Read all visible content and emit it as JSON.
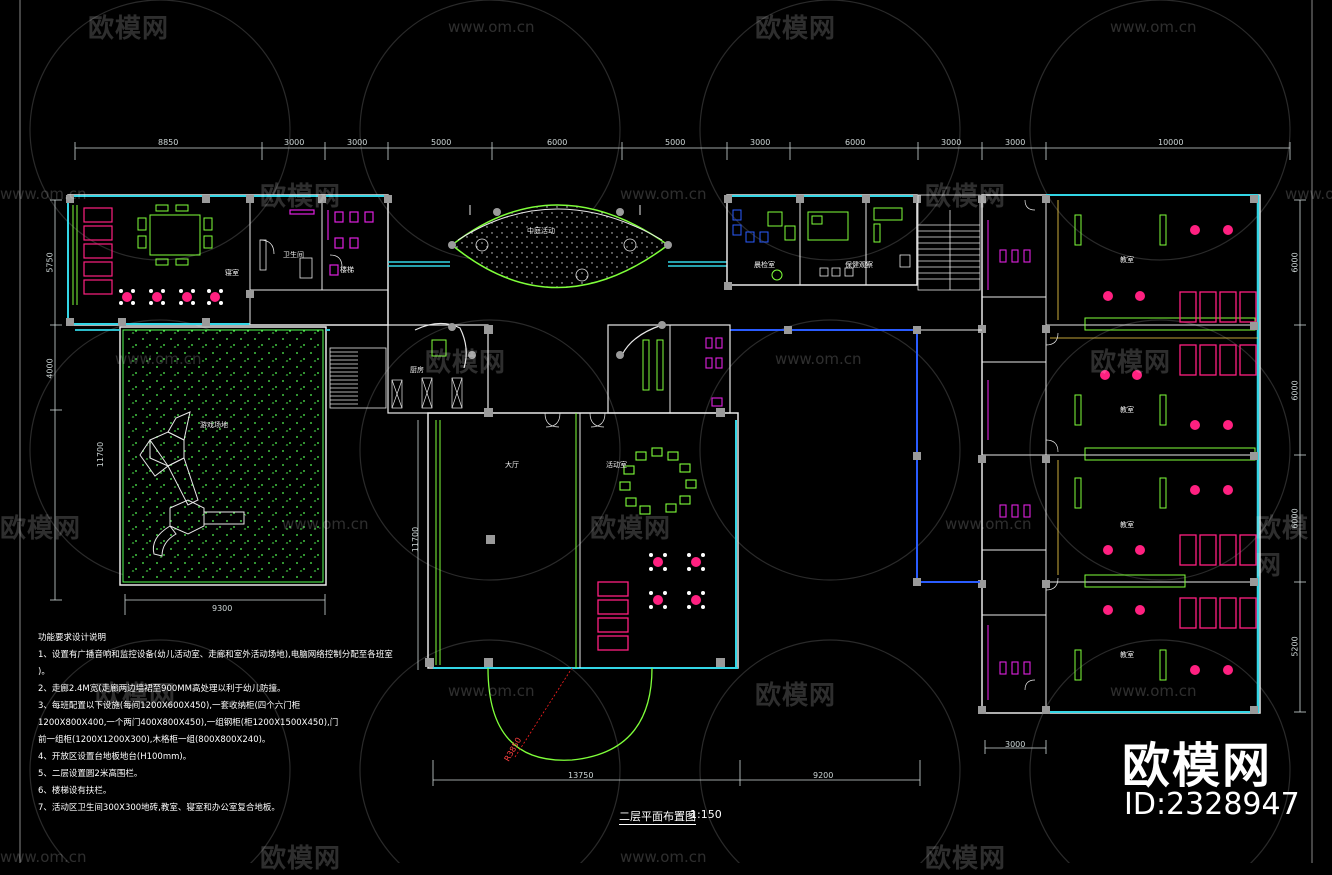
{
  "watermarks": {
    "brand_text": "欧模网",
    "url_text": "www.om.cn"
  },
  "dimensions": {
    "top": [
      "8850",
      "3000",
      "3000",
      "5000",
      "6000",
      "5000",
      "3000",
      "6000",
      "3000",
      "3000",
      "10000"
    ],
    "left": [
      "5750",
      "4000",
      "11700"
    ],
    "mid_vertical": "11700",
    "right": [
      "6000",
      "6000",
      "6000",
      "5200"
    ],
    "bottom_left": "9300",
    "bottom_center": [
      "13750",
      "9200"
    ],
    "bottom_right": "3000",
    "arc_radius": "R3850"
  },
  "rooms": {
    "r1": "楼梯",
    "r2": "卫生间",
    "r3": "中庭活动",
    "r4": "晨检室",
    "r5": "保健观察",
    "r6": "寝室",
    "r7": "活动室",
    "r8": "教室",
    "r9": "厨房",
    "r10": "游戏场地",
    "r11": "大厅"
  },
  "notes": {
    "heading": "功能要求设计说明",
    "items": [
      "1、设置有广播音响和监控设备(幼儿活动室、走廊和室外活动场地),电脑网络控制分配至各班室",
      ")。",
      "2、走廊2.4M宽(走廊两边墙裙至900MM高处理以利于幼儿防撞。",
      "3、每班配置以下设施(每间1200X600X450),一套收纳柜(四个六门柜",
      "1200X800X400,一个两门400X800X450),一组钢柜(柜1200X1500X450),门",
      "前一组柜(1200X1200X300),木格柜一组(800X800X240)。",
      "4、开放区设置台地板地台(H100mm)。",
      "5、二层设置圆2米高围栏。",
      "6、楼梯设有扶栏。",
      "7、活动区卫生间300X300地砖,教室、寝室和办公室复合地板。"
    ]
  },
  "title_block": {
    "title": "二层平面布置图",
    "scale": "1:150"
  },
  "brand": {
    "logo_text": "欧模网",
    "id_text": "ID:2328947"
  },
  "colors": {
    "background": "#000000",
    "wall_white": "#e8e8e8",
    "glass_cyan": "#33d6e6",
    "furniture_green": "#7fff3a",
    "toilet_magenta": "#e020e0",
    "table_magenta": "#ff2080",
    "wall_grey": "#9a9a9a",
    "grass_green": "#55ff55",
    "hatch_white": "#d8d8d8"
  }
}
